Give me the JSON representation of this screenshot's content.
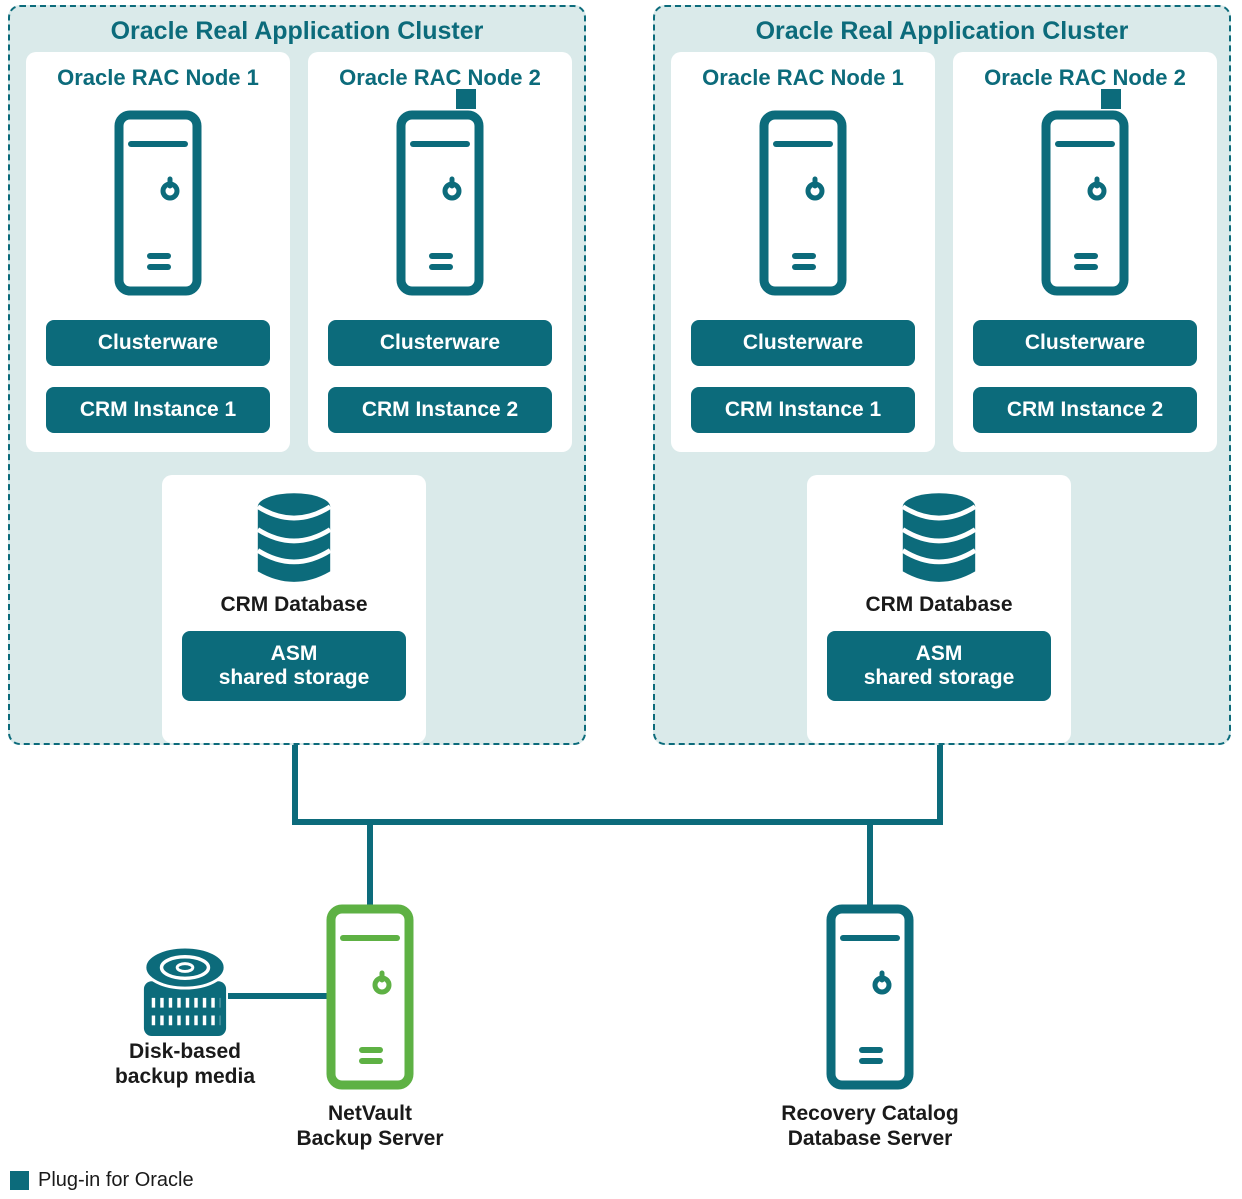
{
  "colors": {
    "teal": "#0c6b7b",
    "light_bg": "#daeaea",
    "green": "#5eb144",
    "text": "#1a1a1a"
  },
  "clusters": [
    {
      "title": "Oracle Real Application Cluster",
      "nodes": [
        {
          "title": "Oracle RAC Node 1",
          "clusterware_label": "Clusterware",
          "instance_label": "CRM Instance 1",
          "has_plugin_marker": false
        },
        {
          "title": "Oracle RAC Node 2",
          "clusterware_label": "Clusterware",
          "instance_label": "CRM Instance 2",
          "has_plugin_marker": true
        }
      ],
      "database": {
        "label": "CRM Database",
        "storage_label_line1": "ASM",
        "storage_label_line2": "shared storage"
      }
    },
    {
      "title": "Oracle Real Application Cluster",
      "nodes": [
        {
          "title": "Oracle RAC Node 1",
          "clusterware_label": "Clusterware",
          "instance_label": "CRM Instance 1",
          "has_plugin_marker": false
        },
        {
          "title": "Oracle RAC Node 2",
          "clusterware_label": "Clusterware",
          "instance_label": "CRM Instance 2",
          "has_plugin_marker": true
        }
      ],
      "database": {
        "label": "CRM Database",
        "storage_label_line1": "ASM",
        "storage_label_line2": "shared storage"
      }
    }
  ],
  "bottom_section": {
    "disk_media": {
      "label_line1": "Disk-based",
      "label_line2": "backup media"
    },
    "netvault_server": {
      "label_line1": "NetVault",
      "label_line2": "Backup Server"
    },
    "recovery_server": {
      "label_line1": "Recovery Catalog",
      "label_line2": "Database Server"
    }
  },
  "legend": {
    "label": "Plug-in for Oracle"
  }
}
